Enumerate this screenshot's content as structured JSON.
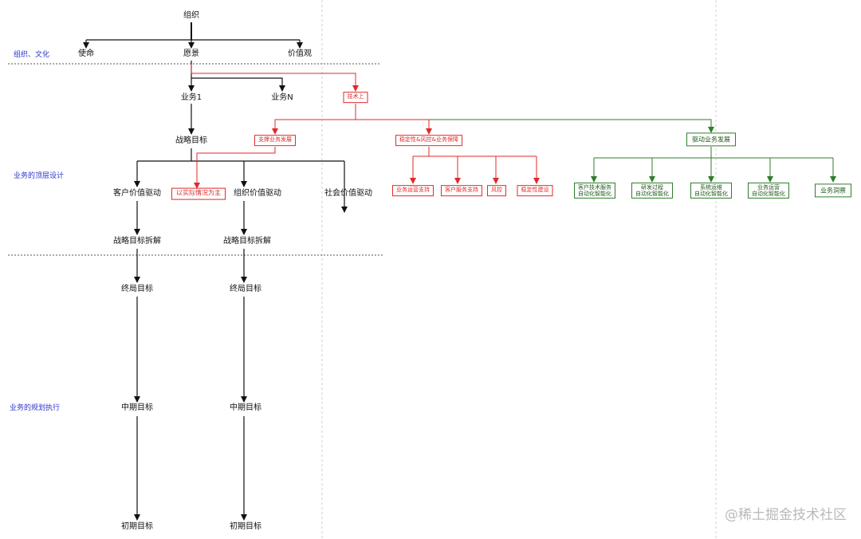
{
  "sections": {
    "org_culture": "组织、文化",
    "top_design": "业务的顶层设计",
    "planning_execution": "业务的规划执行"
  },
  "nodes": {
    "org": "组织",
    "mission": "使命",
    "vision": "愿景",
    "values": "价值观",
    "biz1": "业务1",
    "bizN": "业务N",
    "strategic_goal": "战略目标",
    "customer_value": "客户价值驱动",
    "org_value": "组织价值驱动",
    "social_value": "社会价值驱动",
    "decompose_1": "战略目标拆解",
    "decompose_2": "战略目标拆解",
    "final_1": "终局目标",
    "final_2": "终局目标",
    "mid_1": "中期目标",
    "mid_2": "中期目标",
    "init_1": "初期目标",
    "init_2": "初期目标"
  },
  "tech": {
    "tech_label": "技术上",
    "actual": "以实际情况为主",
    "support_biz": "支撑业务发展",
    "stability": "稳定性&风控&业务保障",
    "drive_biz": "驱动业务发展",
    "red_children": [
      "业务运营支持",
      "客户服务支持",
      "风控",
      "稳定性建设"
    ],
    "green_children": [
      [
        "客户技术服务",
        "自动化智能化"
      ],
      [
        "研发过程",
        "自动化智能化"
      ],
      [
        "系统运维",
        "自动化智能化"
      ],
      [
        "业务运营",
        "自动化智能化"
      ],
      [
        "业务洞察"
      ]
    ]
  },
  "colors": {
    "black": "#111111",
    "red": "#e02a2a",
    "green": "#2f7d2a",
    "section_blue": "#2b33cc",
    "guide": "#cfcfcf"
  },
  "watermark": "@稀土掘金技术社区"
}
